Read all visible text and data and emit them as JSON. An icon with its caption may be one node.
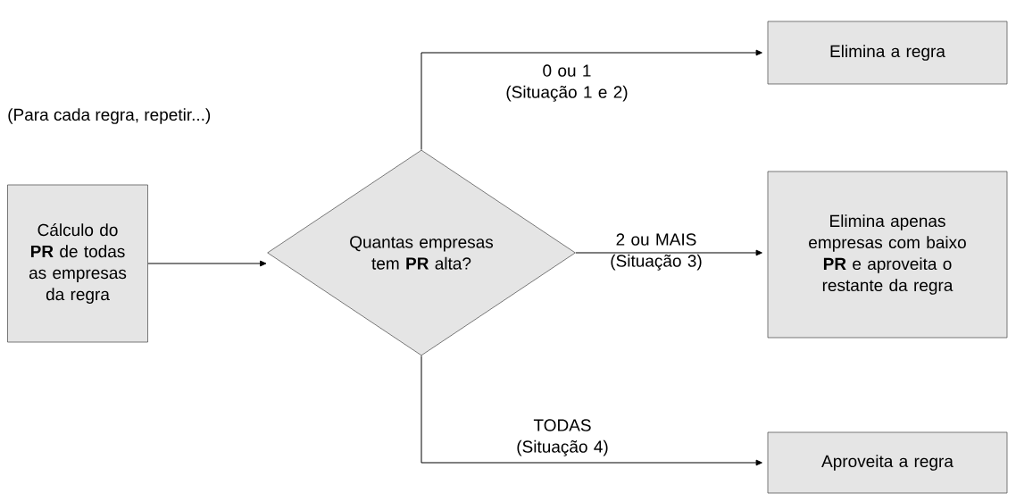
{
  "diagram": {
    "nodes": [
      {
        "text": [
          "Cálculo do **PR** de todas as empresas da regra"
        ]
      },
      {
        "text": [
          "Quantas empresas tem **PR** alta?"
        ]
      },
      {
        "text": [
          "Elimina a regra"
        ]
      },
      {
        "text": [
          "Elimina apenas empresas com baixo **PR** e aproveita o restante da regra"
        ]
      },
      {
        "text": [
          "Aproveita a regra"
        ]
      }
    ],
    "edges": [
      {
        "from": 0,
        "to": 1,
        "arrow": "to"
      },
      {
        "from": 1,
        "to": 2,
        "arrow": "to",
        "label": "0 ou 1 (Situação 1 e 2)"
      },
      {
        "from": 1,
        "to": 3,
        "arrow": "to",
        "label": "2 ou MAIS (Situação 3)"
      },
      {
        "from": 1,
        "to": 4,
        "arrow": "to",
        "label": "TODAS (Situação 4)"
      }
    ],
    "labels": [
      "(Para cada regra, repetir...)"
    ]
  }
}
